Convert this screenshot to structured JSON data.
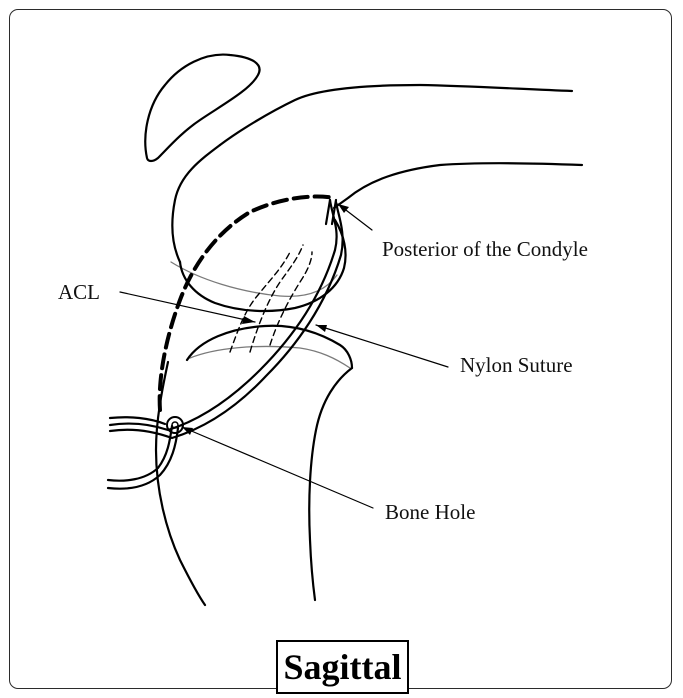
{
  "labels": {
    "posterior_condyle": "Posterior of the Condyle",
    "acl": "ACL",
    "nylon_suture": "Nylon Suture",
    "bone_hole": "Bone Hole"
  },
  "view_title": "Sagittal",
  "colors": {
    "line": "#000000",
    "thin_line": "#7a7a7a",
    "background": "#ffffff"
  }
}
